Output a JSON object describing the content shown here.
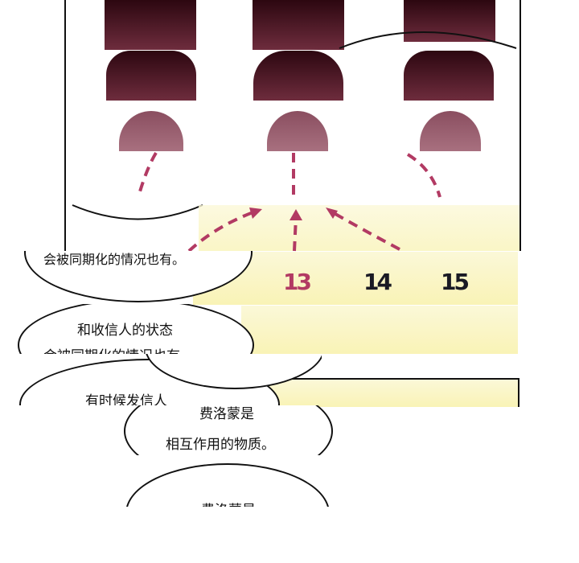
{
  "labels": {
    "n13": "13",
    "n14": "14",
    "n15": "15"
  },
  "bubbles": {
    "b1": "会被同期化的情况也有。",
    "b2_line1": "和收信人的状态",
    "b2_line2": "会被同期化的情况也有。",
    "b3": "有时候发信人",
    "b4_line1": "费洛蒙是",
    "b4_line2": "相互作用的物质。",
    "b5": "费洛蒙是"
  },
  "colors": {
    "arrow": "#b23a63",
    "silhouette": "#3a0c18",
    "highlight": "#f9f3b6"
  }
}
